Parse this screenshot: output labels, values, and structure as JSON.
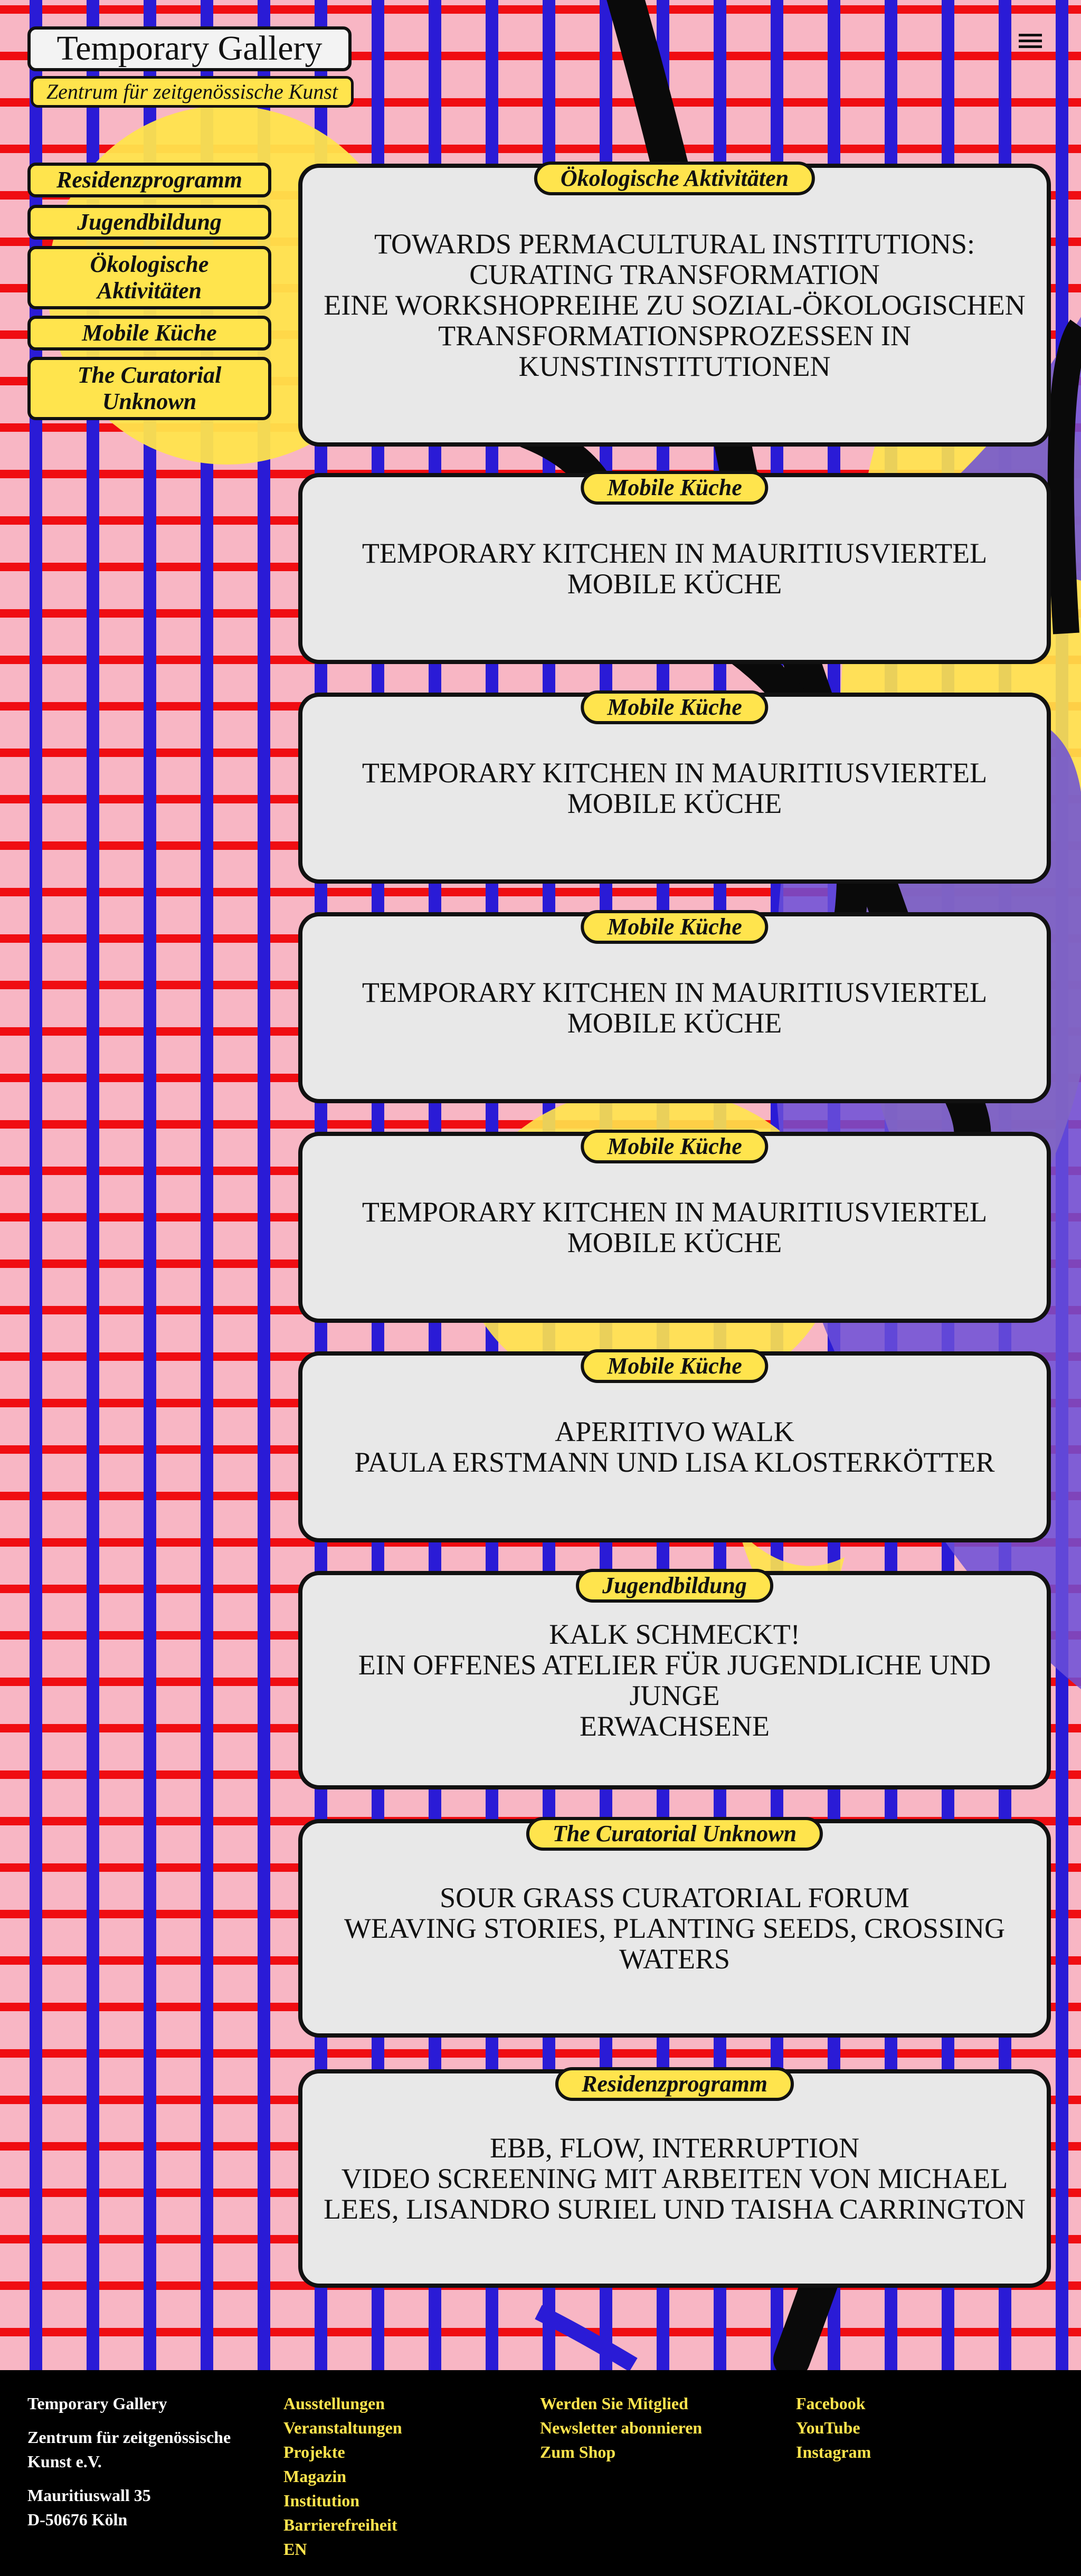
{
  "header": {
    "logo_title": "Temporary Gallery",
    "tagline": "Zentrum für zeitgenössische Kunst",
    "menu_icon": "hamburger-menu-icon"
  },
  "sidebar": {
    "items": [
      {
        "label": "Residenzprogramm"
      },
      {
        "label": "Jugendbildung"
      },
      {
        "label": "Ökologische Aktivitäten"
      },
      {
        "label": "Mobile Küche"
      },
      {
        "label": "The Curatorial Unknown"
      }
    ]
  },
  "cards": [
    {
      "category": "Ökologische Aktivitäten",
      "lines": [
        "Towards Permacultural Institutions:",
        "Curating Transformation",
        "Eine Workshopreihe zu sozial-ökologischen",
        "Transformationsprozessen in",
        "Kunstinstitutionen"
      ]
    },
    {
      "category": "Mobile Küche",
      "lines": [
        "Temporary Kitchen in Mauritiusviertel",
        "Mobile Küche"
      ]
    },
    {
      "category": "Mobile Küche",
      "lines": [
        "Temporary Kitchen in Mauritiusviertel",
        "Mobile Küche"
      ]
    },
    {
      "category": "Mobile Küche",
      "lines": [
        "Temporary Kitchen in Mauritiusviertel",
        "Mobile Küche"
      ]
    },
    {
      "category": "Mobile Küche",
      "lines": [
        "Temporary Kitchen in Mauritiusviertel",
        "Mobile Küche"
      ]
    },
    {
      "category": "Mobile Küche",
      "lines": [
        "Aperitivo Walk",
        "Paula Erstmann und Lisa Klosterkötter"
      ]
    },
    {
      "category": "Jugendbildung",
      "lines": [
        "Kalk schmeckt!",
        "Ein offenes Atelier für Jugendliche und junge",
        "Erwachsene"
      ]
    },
    {
      "category": "The Curatorial Unknown",
      "lines": [
        "Sour Grass Curatorial Forum",
        "Weaving Stories, Planting Seeds, Crossing",
        "Waters"
      ]
    },
    {
      "category": "Residenzprogramm",
      "lines": [
        "Ebb, Flow, Interruption",
        "Video Screening mit Arbeiten von Michael",
        "Lees, Lisandro Suriel und Taisha Carrington"
      ]
    }
  ],
  "footer": {
    "org_name": "Temporary Gallery",
    "org_full_1": "Zentrum für zeitgenössische",
    "org_full_2": "Kunst e.V.",
    "address_1": "Mauritiuswall 35",
    "address_2": "D-50676 Köln",
    "nav": [
      "Ausstellungen",
      "Veranstaltungen",
      "Projekte",
      "Magazin",
      "Institution",
      "Barrierefreiheit",
      "EN"
    ],
    "actions": [
      "Werden Sie Mitglied",
      "Newsletter abonnieren",
      "Zum Shop"
    ],
    "social": [
      "Facebook",
      "YouTube",
      "Instagram"
    ]
  },
  "colors": {
    "background_pink": "#f8b6c4",
    "grid_blue": "#2a1bd6",
    "grid_red": "#f00d12",
    "accent_yellow": "#ffe44d",
    "card_grey": "#e8e8e8",
    "purple_shape": "#6b4fd8"
  }
}
